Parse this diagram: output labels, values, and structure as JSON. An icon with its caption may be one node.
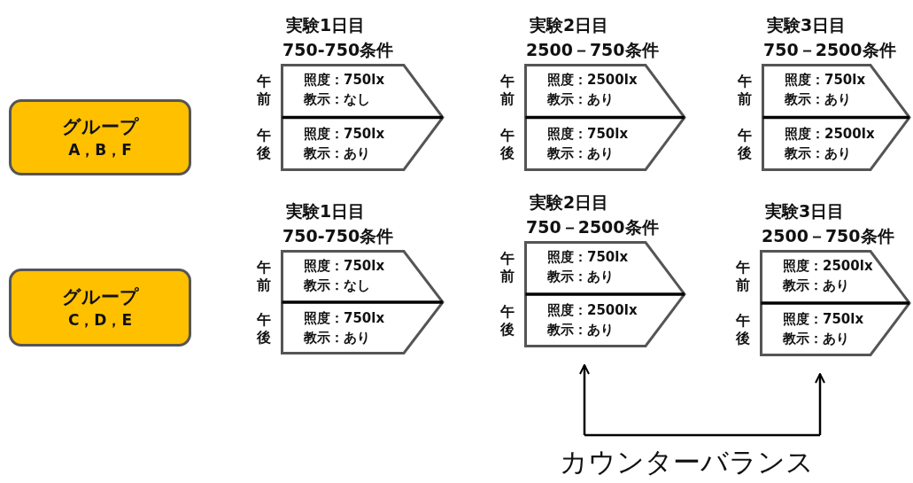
{
  "diagram": {
    "nodes": [
      {
        "text": [
          "グループ",
          "A，B，F"
        ]
      },
      {
        "text": [
          "実験1日目",
          "750-750条件",
          "午前",
          "照度：750lx",
          "教示：なし",
          "午後",
          "照度：750lx",
          "教示：あり"
        ]
      },
      {
        "text": [
          "実験2日目",
          "2500－750条件",
          "午前",
          "照度：2500lx",
          "教示：あり",
          "午後",
          "照度：750lx",
          "教示：あり"
        ]
      },
      {
        "text": [
          "実験3日目",
          "750－2500条件",
          "午前",
          "照度：750lx",
          "教示：あり",
          "午後",
          "照度：2500lx",
          "教示：あり"
        ]
      },
      {
        "text": [
          "グループ",
          "C，D，E"
        ]
      },
      {
        "text": [
          "実験1日目",
          "750-750条件",
          "午前",
          "照度：750lx",
          "教示：なし",
          "午後",
          "照度：750lx",
          "教示：あり"
        ]
      },
      {
        "text": [
          "実験2日目",
          "750－2500条件",
          "午前",
          "照度：750lx",
          "教示：あり",
          "午後",
          "照度：2500lx",
          "教示：あり"
        ]
      },
      {
        "text": [
          "実験3日目",
          "2500－750条件",
          "午前",
          "照度：2500lx",
          "教示：あり",
          "午後",
          "照度：750lx",
          "教示：あり"
        ]
      },
      {
        "text": [
          "カウンターバランス"
        ]
      }
    ],
    "edges": [
      {
        "from": 8,
        "to": 6,
        "arrow": "to"
      },
      {
        "from": 8,
        "to": 7,
        "arrow": "to"
      }
    ]
  }
}
